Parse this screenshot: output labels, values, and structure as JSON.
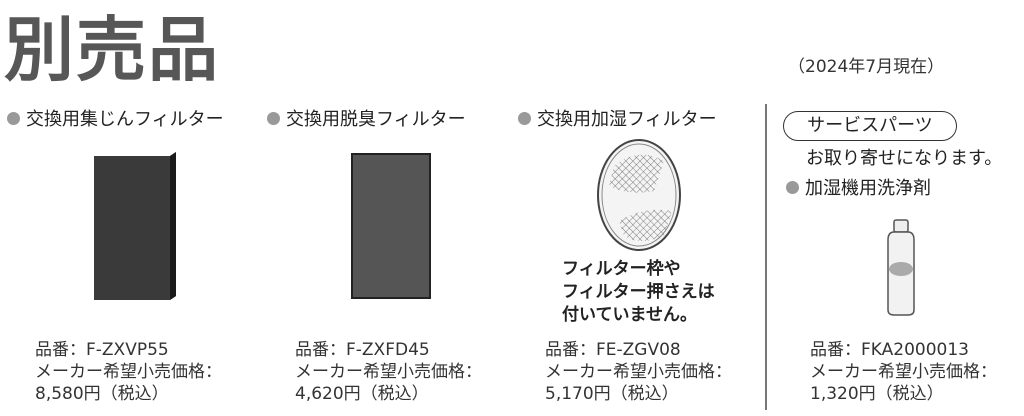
{
  "title": "別売品",
  "as_of": "（2024年7月現在）",
  "products": [
    {
      "category": "交換用集じんフィルター",
      "part_no": "品番：F-ZXVP55",
      "price_label": "メーカー希望小売価格：",
      "price": "8,580円（税込）"
    },
    {
      "category": "交換用脱臭フィルター",
      "part_no": "品番：F-ZXFD45",
      "price_label": "メーカー希望小売価格：",
      "price": "4,620円（税込）"
    },
    {
      "category": "交換用加湿フィルター",
      "part_no": "品番：FE-ZGV08",
      "price_label": "メーカー希望小売価格：",
      "price": "5,170円（税込）",
      "note": [
        "フィルター枠や",
        "フィルター押さえは",
        "付いていません。"
      ]
    }
  ],
  "service_parts": {
    "label": "サービスパーツ",
    "order_note": "お取り寄せになります。",
    "item": {
      "category": "加湿機用洗浄剤",
      "part_no": "品番：FKA2000013",
      "price_label": "メーカー希望小売価格：",
      "price": "1,320円（税込）"
    }
  }
}
